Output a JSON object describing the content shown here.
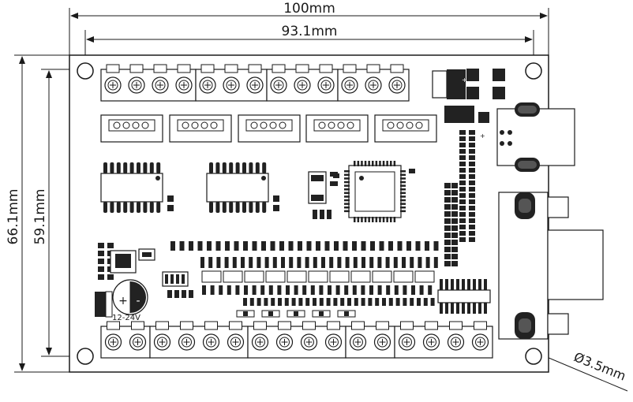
{
  "dimensions": {
    "width_label": "100mm",
    "hole_span_label": "93.1mm",
    "height_label": "66.1mm",
    "hole_height_label": "59.1mm",
    "hole_diameter_label": "Ø3.5mm"
  },
  "board": {
    "power_label": "12-24V",
    "polarity_plus": "+",
    "polarity_minus": "-"
  },
  "colors": {
    "outline": "#1a1a1a",
    "fill": "#ffffff",
    "component_dark": "#222222",
    "terminal_fill": "#ffffff"
  }
}
